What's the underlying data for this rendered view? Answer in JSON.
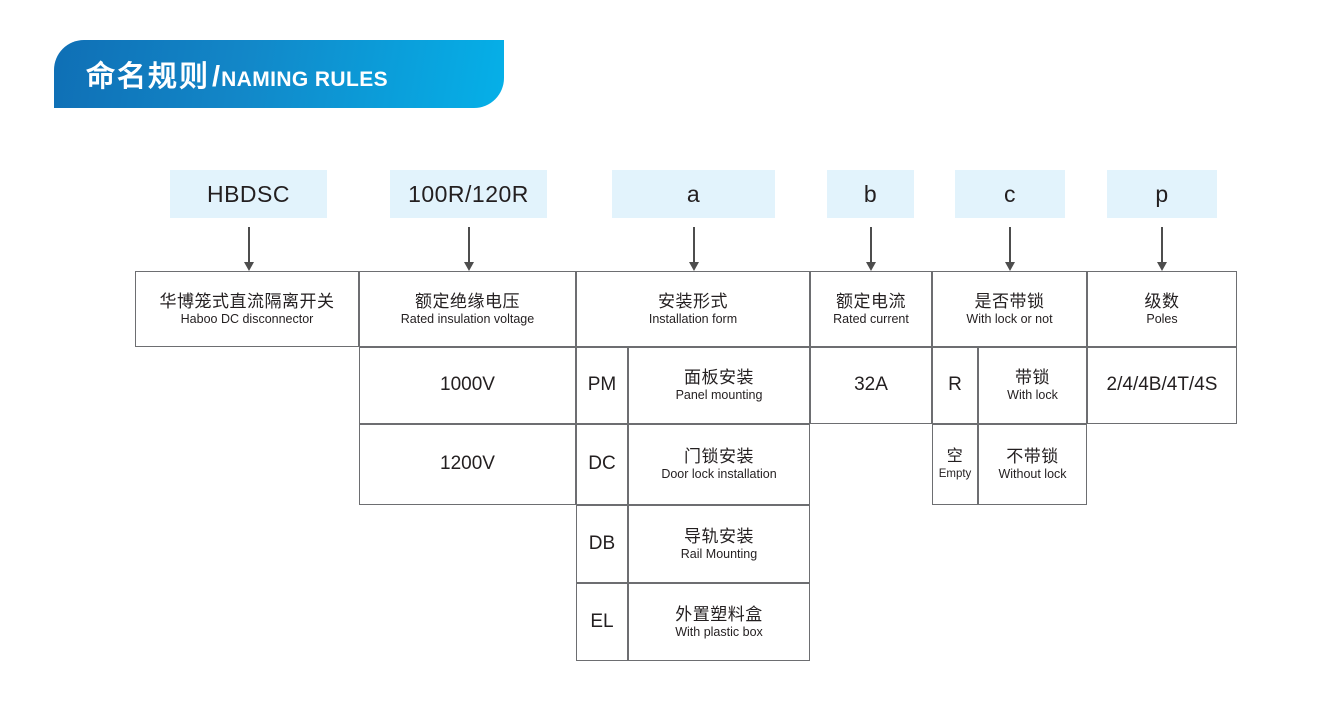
{
  "banner": {
    "title_cn": "命名规则",
    "separator": "/",
    "title_en": "NAMING RULES",
    "gradient_from": "#0f6fb5",
    "gradient_to": "#05b0e8"
  },
  "tokens": [
    {
      "name": "token-hbdsc",
      "label": "HBDSC"
    },
    {
      "name": "token-voltage",
      "label": "100R/120R"
    },
    {
      "name": "token-a",
      "label": "a"
    },
    {
      "name": "token-b",
      "label": "b"
    },
    {
      "name": "token-c",
      "label": "c"
    },
    {
      "name": "token-p",
      "label": "p"
    }
  ],
  "chip_color": "#e2f3fc",
  "arrow_color": "#4d4d4d",
  "headers": [
    {
      "name": "header-product",
      "cn": "华博笼式直流隔离开关",
      "en": "Haboo DC disconnector"
    },
    {
      "name": "header-voltage",
      "cn": "额定绝缘电压",
      "en": "Rated insulation voltage"
    },
    {
      "name": "header-install",
      "cn": "安装形式",
      "en": "Installation form"
    },
    {
      "name": "header-current",
      "cn": "额定电流",
      "en": "Rated current"
    },
    {
      "name": "header-lock",
      "cn": "是否带锁",
      "en": "With lock or not"
    },
    {
      "name": "header-poles",
      "cn": "级数",
      "en": "Poles"
    }
  ],
  "voltage_values": [
    "1000V",
    "1200V"
  ],
  "install_options": [
    {
      "code": "PM",
      "cn": "面板安装",
      "en": "Panel mounting"
    },
    {
      "code": "DC",
      "cn": "门锁安装",
      "en": "Door lock installation"
    },
    {
      "code": "DB",
      "cn": "导轨安装",
      "en": "Rail Mounting"
    },
    {
      "code": "EL",
      "cn": "外置塑料盒",
      "en": "With  plastic box"
    }
  ],
  "current_value": "32A",
  "lock_options": [
    {
      "code_cn": "R",
      "code_en": "",
      "cn": "带锁",
      "en": "With lock"
    },
    {
      "code_cn": "空",
      "code_en": "Empty",
      "cn": "不带锁",
      "en": "Without lock"
    }
  ],
  "poles_value": "2/4/4B/4T/4S"
}
